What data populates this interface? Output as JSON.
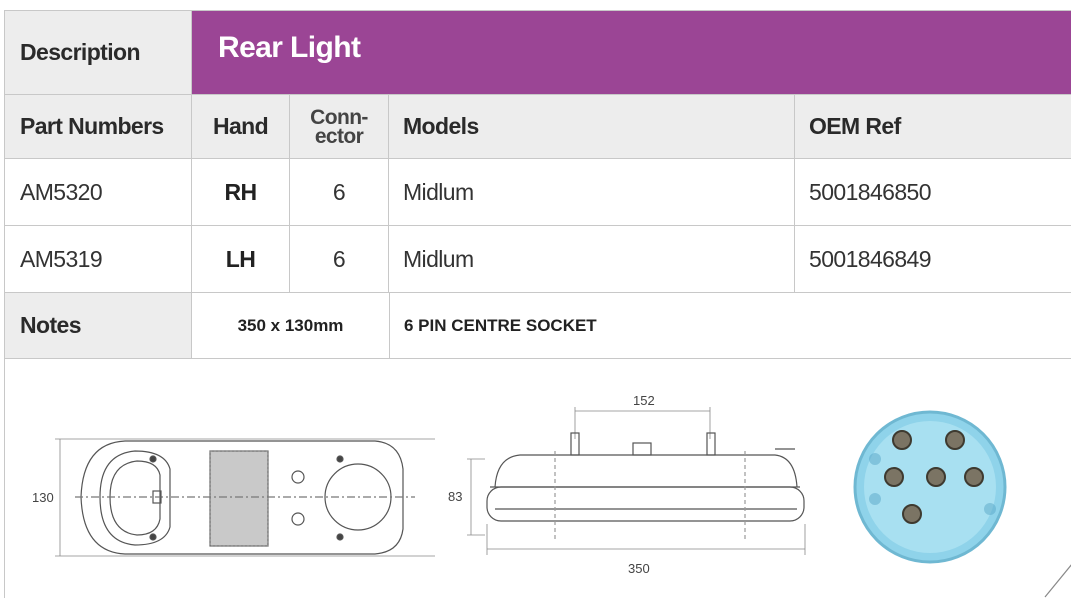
{
  "header": {
    "description_label": "Description",
    "title": "Rear Light"
  },
  "columns": {
    "part_numbers": "Part Numbers",
    "hand": "Hand",
    "connector_line1": "Conn-",
    "connector_line2": "ector",
    "models": "Models",
    "oem_ref": "OEM Ref"
  },
  "rows": [
    {
      "part": "AM5320",
      "hand": "RH",
      "connector": "6",
      "model": "Midlum",
      "oem": "5001846850"
    },
    {
      "part": "AM5319",
      "hand": "LH",
      "connector": "6",
      "model": "Midlum",
      "oem": "5001846849"
    }
  ],
  "notes": {
    "label": "Notes",
    "dimensions": "350 x 130mm",
    "text": "6 PIN CENTRE SOCKET"
  },
  "drawings": {
    "front_height": "130",
    "side_width_top": "152",
    "side_height": "83",
    "side_width_bottom": "350"
  },
  "colors": {
    "accent": "#9b4595",
    "header_bg": "#ededed",
    "socket_blue": "#8fd3ea"
  }
}
